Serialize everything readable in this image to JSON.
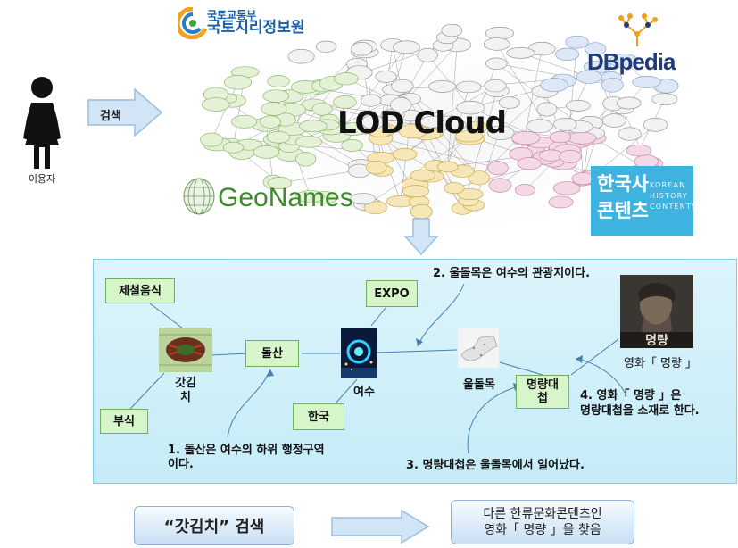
{
  "user": {
    "label": "이용자"
  },
  "search_arrow": {
    "label": "검색"
  },
  "lod": {
    "title": "LOD Cloud",
    "ngii_line1": "국토교통부",
    "ngii_line2": "국토지리정보원",
    "dbpedia": "DBpedia",
    "geonames": "GeoNames",
    "khc_line1": "한국사",
    "khc_line2": "콘텐츠",
    "khc_sub1": "KOREAN",
    "khc_sub2": "HISTORY",
    "khc_sub3": "CONTENTS"
  },
  "panel": {
    "nodes": {
      "jecheol": "제철음식",
      "busik": "부식",
      "dolsan": "돌산",
      "expo": "EXPO",
      "hanguk": "한국",
      "myeongryang_line1": "명량대",
      "myeongryang_line2": "첩"
    },
    "labels": {
      "gatkimchi_line1": "갓김",
      "gatkimchi_line2": "치",
      "yeosu": "여수",
      "uldolmok": "울돌목",
      "movie": "영화「 명량 」"
    },
    "annotations": {
      "a1_line1": "1. 돌산은 여수의 하위 행정구역",
      "a1_line2": "이다.",
      "a2": "2. 울돌목은 여수의 관광지이다.",
      "a3": "3. 명량대첩은 울돌목에서 일어났다.",
      "a4_line1": "4. 영화「 명량 」은",
      "a4_line2": "명량대첩을 소재로 한다."
    },
    "poster_text": "명량"
  },
  "bottom": {
    "query": "“갓김치” 검색",
    "result_line1": "다른 한류문화콘텐츠인",
    "result_line2": "영화「 명량 」을 찾음"
  },
  "colors": {
    "panel_bg": "#c5ecf8",
    "node_fill": "#d6f5c9",
    "arrow_fill": "#cfe4f7",
    "khc_blue": "#3fb3df"
  }
}
